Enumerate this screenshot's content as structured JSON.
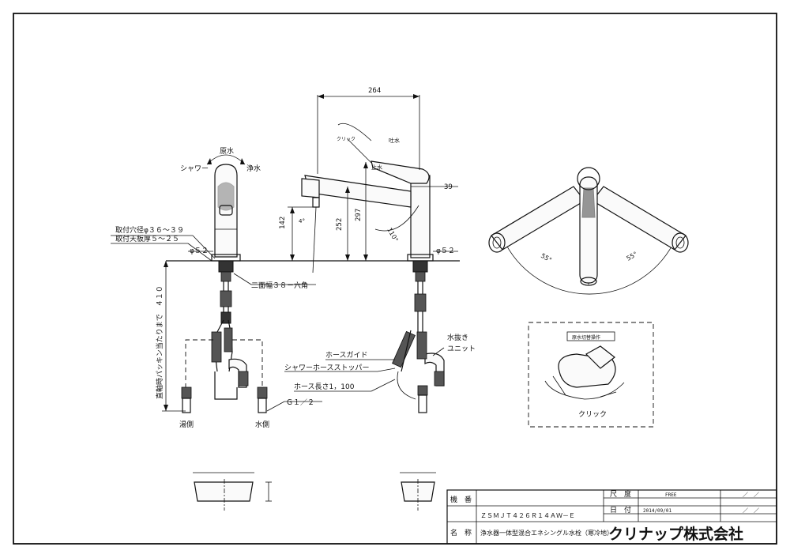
{
  "dims": {
    "width_top": "264",
    "height_142": "142",
    "height_252": "252",
    "height_297": "297",
    "dim_39": "39",
    "phi52_left": "φ５２",
    "phi52_right": "φ５２",
    "depth_410": "直軸時パッキン当たりまで　４１０",
    "angle_110": "110°",
    "angle_55_left": "55°",
    "angle_55_right": "55°",
    "angle_4": "4°"
  },
  "labels": {
    "water_source": "原水",
    "shower": "シャワー",
    "purified": "浄水",
    "spout_label": "吐水",
    "stop_label": "止水",
    "click_top": "クリック",
    "hole_diameter": "取付穴径φ３６～３９",
    "plate_thickness": "取付天板厚５～２５",
    "hex_width": "二面幅３８－六角",
    "hose_guide": "ホースガイド",
    "hose_stopper": "シャワーホースストッパー",
    "hose_length": "ホース長さ1，100",
    "thread": "Ｇ１／２",
    "drain_unit_1": "水抜き",
    "drain_unit_2": "ユニット",
    "hot_side": "湯側",
    "cold_side": "水側",
    "switch_box_label": "原水切替操作",
    "click_box": "クリック"
  },
  "title_block": {
    "model_label": "機　番",
    "model_value": "ＺＳＭＪＴ４２６Ｒ１４ＡＷ－Ｅ",
    "scale_label": "尺　度",
    "scale_value": "FREE",
    "date_label": "日　付",
    "date_value": "2014/09/01",
    "name_label": "名　称",
    "name_value": "浄水器一体型混合エネシングル水栓（寒冷地）",
    "company": "クリナップ株式会社",
    "slash1": "／　／",
    "slash2": "／　／"
  }
}
